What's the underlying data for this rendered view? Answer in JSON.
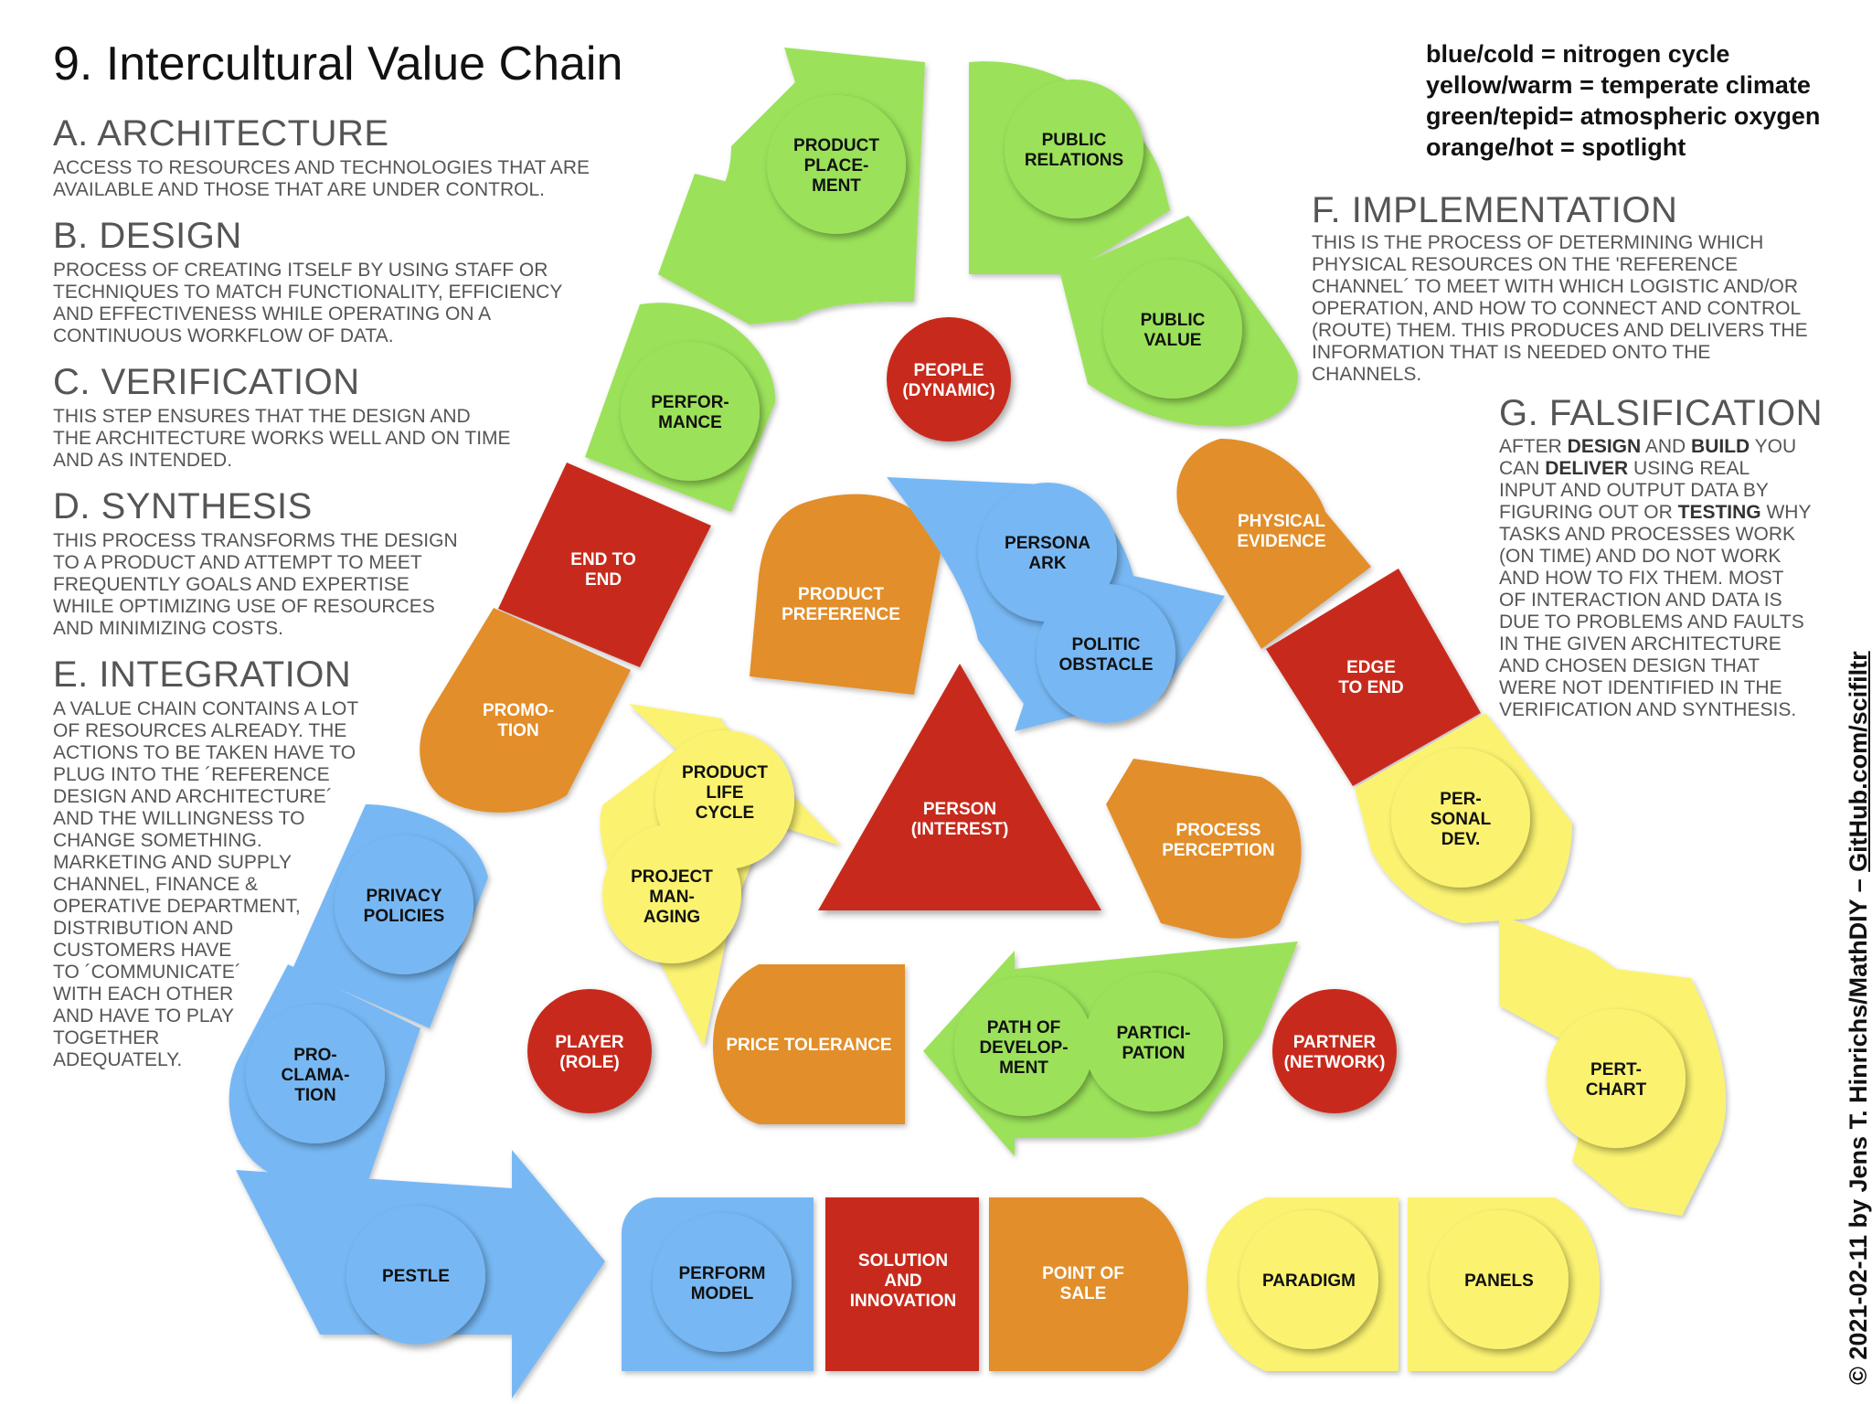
{
  "title": "9. Intercultural Value Chain",
  "legend": [
    "blue/cold = nitrogen cycle",
    "yellow/warm = temperate climate",
    "green/tepid= atmospheric oxygen",
    "orange/hot = spotlight"
  ],
  "sections": {
    "a": {
      "heading": "A. ARCHITECTURE",
      "lines": [
        "ACCESS TO RESOURCES AND TECHNOLOGIES THAT ARE",
        "AVAILABLE AND THOSE THAT ARE UNDER CONTROL."
      ]
    },
    "b": {
      "heading": "B. DESIGN",
      "lines": [
        "PROCESS OF CREATING ITSELF BY USING STAFF OR",
        "TECHNIQUES TO MATCH FUNCTIONALITY, EFFICIENCY",
        "AND EFFECTIVENESS WHILE OPERATING ON A",
        "CONTINUOUS WORKFLOW OF DATA."
      ]
    },
    "c": {
      "heading": "C. VERIFICATION",
      "lines": [
        "THIS STEP ENSURES THAT THE DESIGN AND",
        "THE ARCHITECTURE WORKS WELL AND ON TIME",
        "AND AS INTENDED."
      ]
    },
    "d": {
      "heading": "D. SYNTHESIS",
      "lines": [
        "THIS PROCESS TRANSFORMS THE DESIGN",
        "TO A PRODUCT AND ATTEMPT TO MEET",
        "FREQUENTLY GOALS AND EXPERTISE",
        "WHILE OPTIMIZING USE OF RESOURCES",
        "AND MINIMIZING COSTS."
      ]
    },
    "e": {
      "heading": "E. INTEGRATION",
      "lines": [
        "A VALUE CHAIN CONTAINS A LOT",
        "OF RESOURCES ALREADY. THE",
        "ACTIONS TO BE TAKEN HAVE TO",
        "PLUG INTO THE ´REFERENCE",
        "DESIGN AND ARCHITECTURE´",
        "AND THE WILLINGNESS TO",
        "CHANGE SOMETHING.",
        "MARKETING AND SUPPLY",
        "CHANNEL, FINANCE &",
        "OPERATIVE DEPARTMENT,",
        "DISTRIBUTION AND",
        "CUSTOMERS HAVE",
        "TO ´COMMUNICATE´",
        "WITH EACH OTHER",
        "AND HAVE TO PLAY",
        "TOGETHER",
        "ADEQUATELY."
      ]
    },
    "f": {
      "heading": "F. IMPLEMENTATION",
      "lines": [
        "THIS IS THE PROCESS OF DETERMINING WHICH",
        "PHYSICAL RESOURCES ON THE 'REFERENCE",
        "CHANNEL´ TO MEET WITH WHICH LOGISTIC AND/OR",
        "OPERATION, AND HOW TO CONNECT AND CONTROL",
        "(ROUTE) THEM. THIS PRODUCES AND DELIVERS THE",
        "INFORMATION THAT IS NEEDED ONTO THE",
        "CHANNELS."
      ]
    },
    "g": {
      "heading": "G. FALSIFICATION",
      "l1a": "AFTER ",
      "l1b": "DESIGN",
      "l1c": " AND ",
      "l1d": "BUILD",
      "l1e": " YOU",
      "l2a": "CAN ",
      "l2b": "DELIVER",
      "l2c": " USING REAL",
      "l3": "INPUT AND OUTPUT DATA BY",
      "l4a": "FIGURING OUT OR ",
      "l4b": "TESTING",
      "l4c": " WHY",
      "rest": [
        "TASKS AND PROCESSES WORK",
        "(ON TIME) AND DO NOT WORK",
        "AND HOW TO FIX THEM. MOST",
        "OF INTERACTION AND DATA IS",
        "DUE TO PROBLEMS AND FAULTS",
        "IN THE GIVEN ARCHITECTURE",
        "AND CHOSEN DESIGN THAT",
        "WERE NOT IDENTIFIED IN THE",
        "VERIFICATION AND SYNTHESIS."
      ]
    }
  },
  "copyright": {
    "prefix": "© 2021-02-11 by Jens T. Hinrichs/MathDIY – ",
    "link": "GitHub.com/scifiltr"
  },
  "colors": {
    "green": "#9be25a",
    "blue": "#77b8f4",
    "yellow": "#fbf36f",
    "orange": "#e28e2a",
    "red": "#c72c1e",
    "white_text": "#ffffff"
  },
  "nodes": {
    "product_placement": "PRODUCT\nPLACE-\nMENT",
    "public_relations": "PUBLIC\nRELATIONS",
    "public_value": "PUBLIC\nVALUE",
    "people": "PEOPLE\n(DYNAMIC)",
    "performance": "PERFOR-\nMANCE",
    "end_to_end": "END TO\nEND",
    "promotion": "PROMO-\nTION",
    "privacy_policies": "PRIVACY\nPOLICIES",
    "proclamation": "PRO-\nCLAMA-\nTION",
    "pestle": "PESTLE",
    "perform_model": "PERFORM\nMODEL",
    "solution_innovation": "SOLUTION\nAND\nINNOVATION",
    "point_of_sale": "POINT OF\nSALE",
    "paradigm": "PARADIGM",
    "panels": "PANELS",
    "pert_chart": "PERT-\nCHART",
    "personal_dev": "PER-\nSONAL\nDEV.",
    "edge_to_end": "EDGE\nTO END",
    "physical_evidence": "PHYSICAL\nEVIDENCE",
    "product_preference": "PRODUCT\nPREFERENCE",
    "persona_ark": "PERSONA\nARK",
    "politic_obstacle": "POLITIC\nOBSTACLE",
    "person_interest": "PERSON\n(INTEREST)",
    "process_perception": "PROCESS\nPERCEPTION",
    "product_life_cycle": "PRODUCT\nLIFE\nCYCLE",
    "project_managing": "PROJECT\nMAN-\nAGING",
    "player_role": "PLAYER\n(ROLE)",
    "price_tolerance": "PRICE TOLERANCE",
    "path_of_development": "PATH OF\nDEVELOP-\nMENT",
    "participation": "PARTICI-\nPATION",
    "partner_network": "PARTNER\n(NETWORK)"
  }
}
